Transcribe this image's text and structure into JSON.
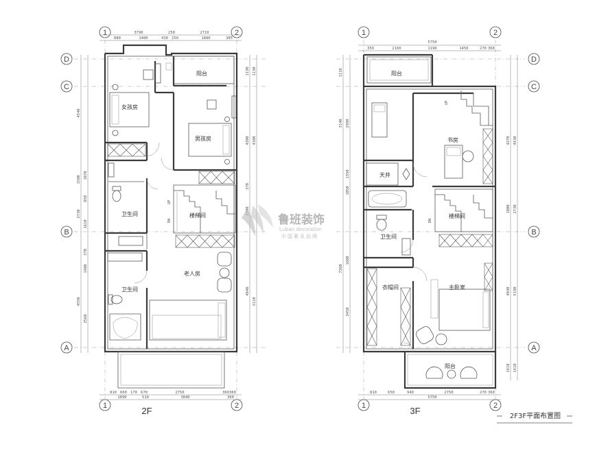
{
  "title": "2F3F平面布置图",
  "floors": {
    "f2": "2F",
    "f3": "3F"
  },
  "grid_bubbles": {
    "h1": "1",
    "h2": "2",
    "vD": "D",
    "vC": "C",
    "vB": "B",
    "vA": "A"
  },
  "rooms_2f": {
    "balcony": "阳台",
    "girl_room": "女孩房",
    "boy_room": "男孩房",
    "stair": "楼梯间",
    "bath1": "卫生间",
    "elder_room": "老人房",
    "bath2": "卫生间",
    "up": "UP",
    "dn": "DN"
  },
  "rooms_3f": {
    "balcony_top": "阳台",
    "study": "书房",
    "skywell": "天井",
    "stair": "楼梯间",
    "bath": "卫生间",
    "closet": "衣帽间",
    "master": "主卧室",
    "balcony_bottom": "阳台",
    "up": "UP",
    "dn": "DN"
  },
  "dims_2f_top": {
    "t1": "3790",
    "t2": "250",
    "t3": "2710",
    "s1": "880",
    "s2": "1480",
    "s3": "430",
    "s4": "250",
    "s5": "1880",
    "s6": "385"
  },
  "dims_2f_bottom": {
    "b1": "810",
    "b2": "660",
    "b3": "170",
    "b4": "670",
    "b5": "2750",
    "b6": "360",
    "b7": "360",
    "c1": "1890",
    "c2": "510",
    "c3": "3840",
    "c4": "360"
  },
  "dims_2f_left": {
    "l1": "4540",
    "l2": "1580",
    "l3": "1070",
    "l4": "850",
    "l5": "2730",
    "l6": "1610",
    "l7": "370",
    "l8": "1480",
    "l9": "4550",
    "l10": "2560"
  },
  "dims_2f_right": {
    "r1": "1130",
    "r2": "1130",
    "r3": "4200",
    "r4": "4380",
    "r5": "370",
    "r6": "2780",
    "r7": "4840",
    "r8": "3110"
  },
  "dims_3f_top": {
    "t1": "5750",
    "s1": "350",
    "s2": "2160",
    "s3": "1190",
    "s4": "1450",
    "s5": "270",
    "s6": "360"
  },
  "dims_3f_bottom": {
    "b1": "810",
    "b2": "650",
    "b3": "940",
    "b4": "2750",
    "b5": "270",
    "b6": "360",
    "c1": "5750"
  },
  "dims_3f_left": {
    "l1": "1110",
    "l2": "3140",
    "l3": "2980",
    "l4": "1350",
    "l5": "1050",
    "l6": "7260",
    "l7": "1680",
    "l8": "3450"
  },
  "dims_3f_right": {
    "r1": "4270",
    "r2": "4430",
    "r3": "1800",
    "r4": "2730",
    "r5": "4840",
    "r6": "5190",
    "r7": "1410",
    "r8": "1410"
  },
  "watermark": {
    "brand": "鲁班装饰",
    "latin": "Luban decoration",
    "slogan": "中国著名品牌"
  }
}
